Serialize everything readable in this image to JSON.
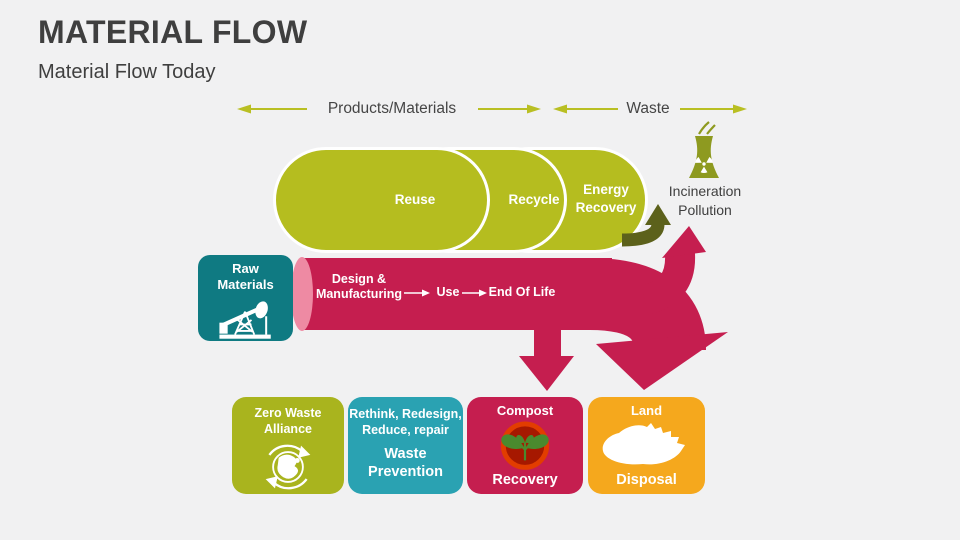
{
  "colors": {
    "bg": "#f1f1f2",
    "textDark": "#3f3f3f",
    "textMid": "#454545",
    "olive": "#b5bd1f",
    "oliveGuide": "#b9bf23",
    "oliveDark": "#8e9a20",
    "armyDark": "#5c611b",
    "greenBox": "#a9b41e",
    "tealDark": "#0f7a82",
    "tealLight": "#2aa2b2",
    "crimson": "#c51e4f",
    "pink": "#ee8aa3",
    "amber": "#f5a81d",
    "compostRing": "#e23d00",
    "compostInner": "#a61800",
    "leafGreen": "#4a8a2e"
  },
  "header": {
    "title": "MATERIAL FLOW",
    "subtitle": "Material Flow Today"
  },
  "guides": {
    "products_label": "Products/Materials",
    "waste_label": "Waste"
  },
  "loops": {
    "reuse": "Reuse",
    "recycle": "Recycle",
    "energy_line1": "Energy",
    "energy_line2": "Recovery"
  },
  "incineration": {
    "line1": "Incineration",
    "line2": "Pollution"
  },
  "raw_materials": {
    "line1": "Raw",
    "line2": "Materials"
  },
  "lifecycle": {
    "stage1_line1": "Design &",
    "stage1_line2": "Manufacturing",
    "stage2": "Use",
    "stage3": "End Of Life"
  },
  "outcomes": {
    "zero_waste": {
      "line1": "Zero Waste",
      "line2": "Alliance"
    },
    "prevention": {
      "line1": "Rethink, Redesign,",
      "line2": "Reduce, repair",
      "line3": "Waste",
      "line4": "Prevention"
    },
    "recovery": {
      "line1": "Compost",
      "line2": "Recovery"
    },
    "disposal": {
      "line1": "Land",
      "line2": "Disposal"
    }
  },
  "icons": {
    "raw_materials": "pumpjack-icon",
    "incineration": "incinerator-icon",
    "zero_waste": "globe-recycle-icon",
    "recovery": "compost-seedling-icon",
    "disposal": "landfill-icon"
  }
}
